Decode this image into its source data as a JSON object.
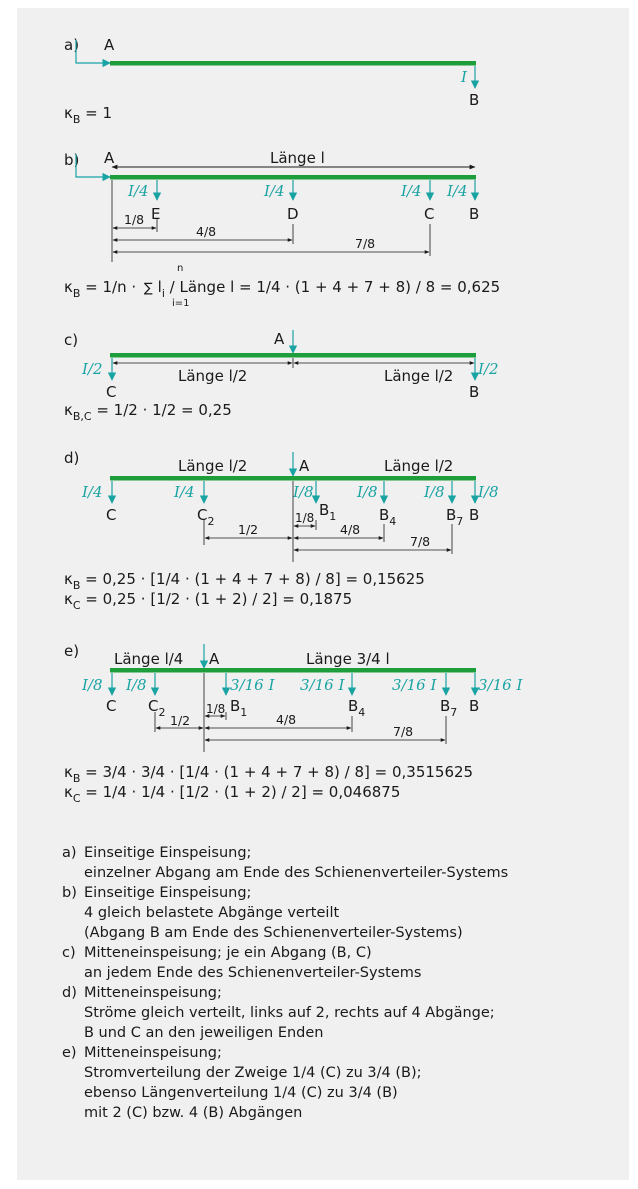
{
  "colors": {
    "bar": "#1e9e3a",
    "arrow": "#1aa3a3",
    "text": "#1a1a1a",
    "panel": "#f0f0f0"
  },
  "a": {
    "label": "a)",
    "A": "A",
    "B": "B",
    "cur_B": "I",
    "formula_k": "κ",
    "formula_sub": "B",
    "formula_rest": " = 1"
  },
  "b": {
    "label": "b)",
    "length": "Länge l",
    "A": "A",
    "E": "E",
    "D": "D",
    "C": "C",
    "B": "B",
    "cur_E": "I/4",
    "cur_D": "I/4",
    "cur_C": "I/4",
    "cur_B": "I/4",
    "dim1": "1/8",
    "dim2": "4/8",
    "dim3": "7/8",
    "formula": {
      "k": "κ",
      "sub": "B",
      "pre": " = 1/n · ",
      "sum": "∑",
      "n": "n",
      "i": "i=1",
      "li": "l",
      "li_sub": "i",
      "post": " / Länge l = 1/4 · (1 + 4 + 7 + 8) / 8 = 0,625"
    }
  },
  "c": {
    "label": "c)",
    "A": "A",
    "C": "C",
    "B": "B",
    "cur_C": "I/2",
    "cur_B": "I/2",
    "len_left": "Länge l/2",
    "len_right": "Länge l/2",
    "formula_k": "κ",
    "formula_sub": "B,C",
    "formula_rest": " = 1/2 · 1/2 = 0,25"
  },
  "d": {
    "label": "d)",
    "A": "A",
    "C": "C",
    "C2": "C",
    "C2_sub": "2",
    "B1": "B",
    "B1_sub": "1",
    "B4": "B",
    "B4_sub": "4",
    "B7": "B",
    "B7_sub": "7",
    "B": "B",
    "len_left": "Länge l/2",
    "len_right": "Länge l/2",
    "cur_C": "I/4",
    "cur_C2": "I/4",
    "cur_B1": "I/8",
    "cur_B4": "I/8",
    "cur_B7": "I/8",
    "cur_B": "I/8",
    "dim_left": "1/2",
    "dim1": "1/8",
    "dim2": "4/8",
    "dim3": "7/8",
    "formula1": {
      "k": "κ",
      "sub": "B",
      "rest": " =  0,25 · [1/4 · (1 + 4 + 7 + 8) / 8] = 0,15625"
    },
    "formula2": {
      "k": "κ",
      "sub": "C",
      "rest": " =  0,25 · [1/2 · (1 + 2) / 2] = 0,1875"
    }
  },
  "e": {
    "label": "e)",
    "A": "A",
    "C": "C",
    "C2": "C",
    "C2_sub": "2",
    "B1": "B",
    "B1_sub": "1",
    "B4": "B",
    "B4_sub": "4",
    "B7": "B",
    "B7_sub": "7",
    "B": "B",
    "len_left": "Länge l/4",
    "len_right": "Länge 3/4 l",
    "cur_C": "I/8",
    "cur_C2": "I/8",
    "cur_B1": "3/16 I",
    "cur_B4": "3/16 I",
    "cur_B7": "3/16 I",
    "cur_B": "3/16 I",
    "dim_left": "1/2",
    "dim1": "1/8",
    "dim2": "4/8",
    "dim3": "7/8",
    "formula1": {
      "k": "κ",
      "sub": "B",
      "rest": " =  3/4 · 3/4 · [1/4 · (1 + 4 + 7 + 8) / 8] = 0,3515625"
    },
    "formula2": {
      "k": "κ",
      "sub": "C",
      "rest": " =  1/4 · 1/4 · [1/2 · (1 + 2) / 2] = 0,046875"
    }
  },
  "legend": [
    {
      "label": "a)",
      "lines": [
        "Einseitige Einspeisung;",
        "einzelner Abgang am Ende des Schienenverteiler-Systems"
      ]
    },
    {
      "label": "b)",
      "lines": [
        "Einseitige Einspeisung;",
        "4 gleich belastete Abgänge verteilt",
        "(Abgang B am Ende des Schienenverteiler-Systems)"
      ]
    },
    {
      "label": "c)",
      "lines": [
        "Mitteneinspeisung; je ein Abgang (B, C)",
        "an jedem Ende des Schienenverteiler-Systems"
      ]
    },
    {
      "label": "d)",
      "lines": [
        "Mitteneinspeisung;",
        "Ströme gleich verteilt, links auf 2, rechts auf 4 Abgänge;",
        "B und C an den jeweiligen Enden"
      ]
    },
    {
      "label": "e)",
      "lines": [
        "Mitteneinspeisung;",
        "Stromverteilung der Zweige 1/4 (C) zu 3/4 (B);",
        "ebenso Längenverteilung 1/4 (C) zu 3/4 (B)",
        "mit 2 (C) bzw. 4 (B) Abgängen"
      ]
    }
  ]
}
